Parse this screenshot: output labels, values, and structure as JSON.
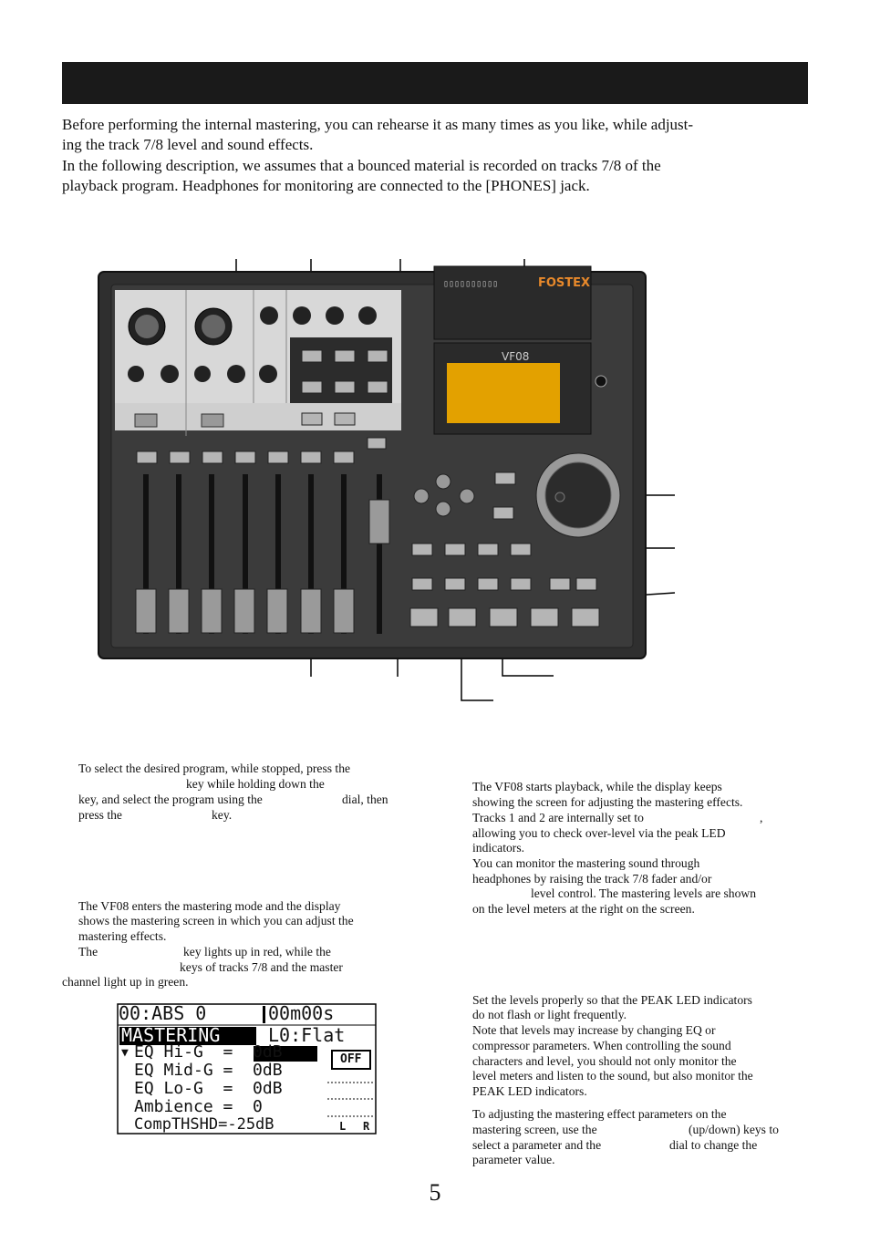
{
  "intro": {
    "p1_line1": "Before performing the internal mastering, you can rehearse it as many times as you like, while adjust-",
    "p1_line2": "ing the track 7/8 level and sound effects.",
    "p2_line1": "In the following description, we assumes that a bounced material is recorded on tracks 7/8 of the",
    "p2_line2": "playback program.  Headphones for monitoring are connected to the [PHONES] jack."
  },
  "device": {
    "brand": "FOSTEX",
    "model": "VF08"
  },
  "left_col": {
    "s1": [
      "To select the desired program, while stopped, press the",
      "key while holding down the",
      "key, and select the program using the",
      "dial, then",
      "press the",
      "key."
    ],
    "s2": [
      "The VF08 enters the mastering mode and the display",
      "shows the mastering screen in which you can adjust the",
      "mastering effects.",
      "The",
      "key lights up in red, while the",
      "keys of tracks 7/8 and the master",
      "channel light up in green."
    ]
  },
  "lcd": {
    "row1_left": "00:ABS 0",
    "row1_right": "00m00s",
    "row2_left": "MASTERING",
    "row2_right": "L0:Flat",
    "rows": [
      "EQ Hi-G  =  0dB",
      "EQ Mid-G =  0dB",
      "EQ Lo-G  =  0dB",
      "Ambience =  0",
      "CompTHSHD=-25dB"
    ],
    "off_label": "OFF",
    "meter_l": "L",
    "meter_r": "R"
  },
  "right_col": {
    "s1": [
      "The VF08 starts playback, while the display keeps",
      "showing the screen for adjusting the mastering effects.",
      "Tracks 1 and 2 are internally set to",
      ",",
      "allowing you to check over-level via the peak LED",
      "indicators.",
      "You can monitor the mastering sound through",
      "headphones by raising the track 7/8 fader and/or",
      "level control. The mastering levels are shown",
      "on the level meters at the right on the screen."
    ],
    "s2": [
      "Set the levels properly so that the PEAK LED indicators",
      "do not flash or light frequently.",
      "Note that levels may increase  by changing EQ or",
      "compressor parameters. When controlling the sound",
      "characters and level, you should not only  monitor the",
      "level meters and listen to the sound, but also monitor the",
      "PEAK LED indicators."
    ],
    "s3": [
      "To adjusting the mastering effect parameters on the",
      "mastering screen, use the",
      "(up/down) keys to",
      "select a parameter and the",
      "dial to change the",
      "parameter value."
    ]
  },
  "page_number": "5"
}
